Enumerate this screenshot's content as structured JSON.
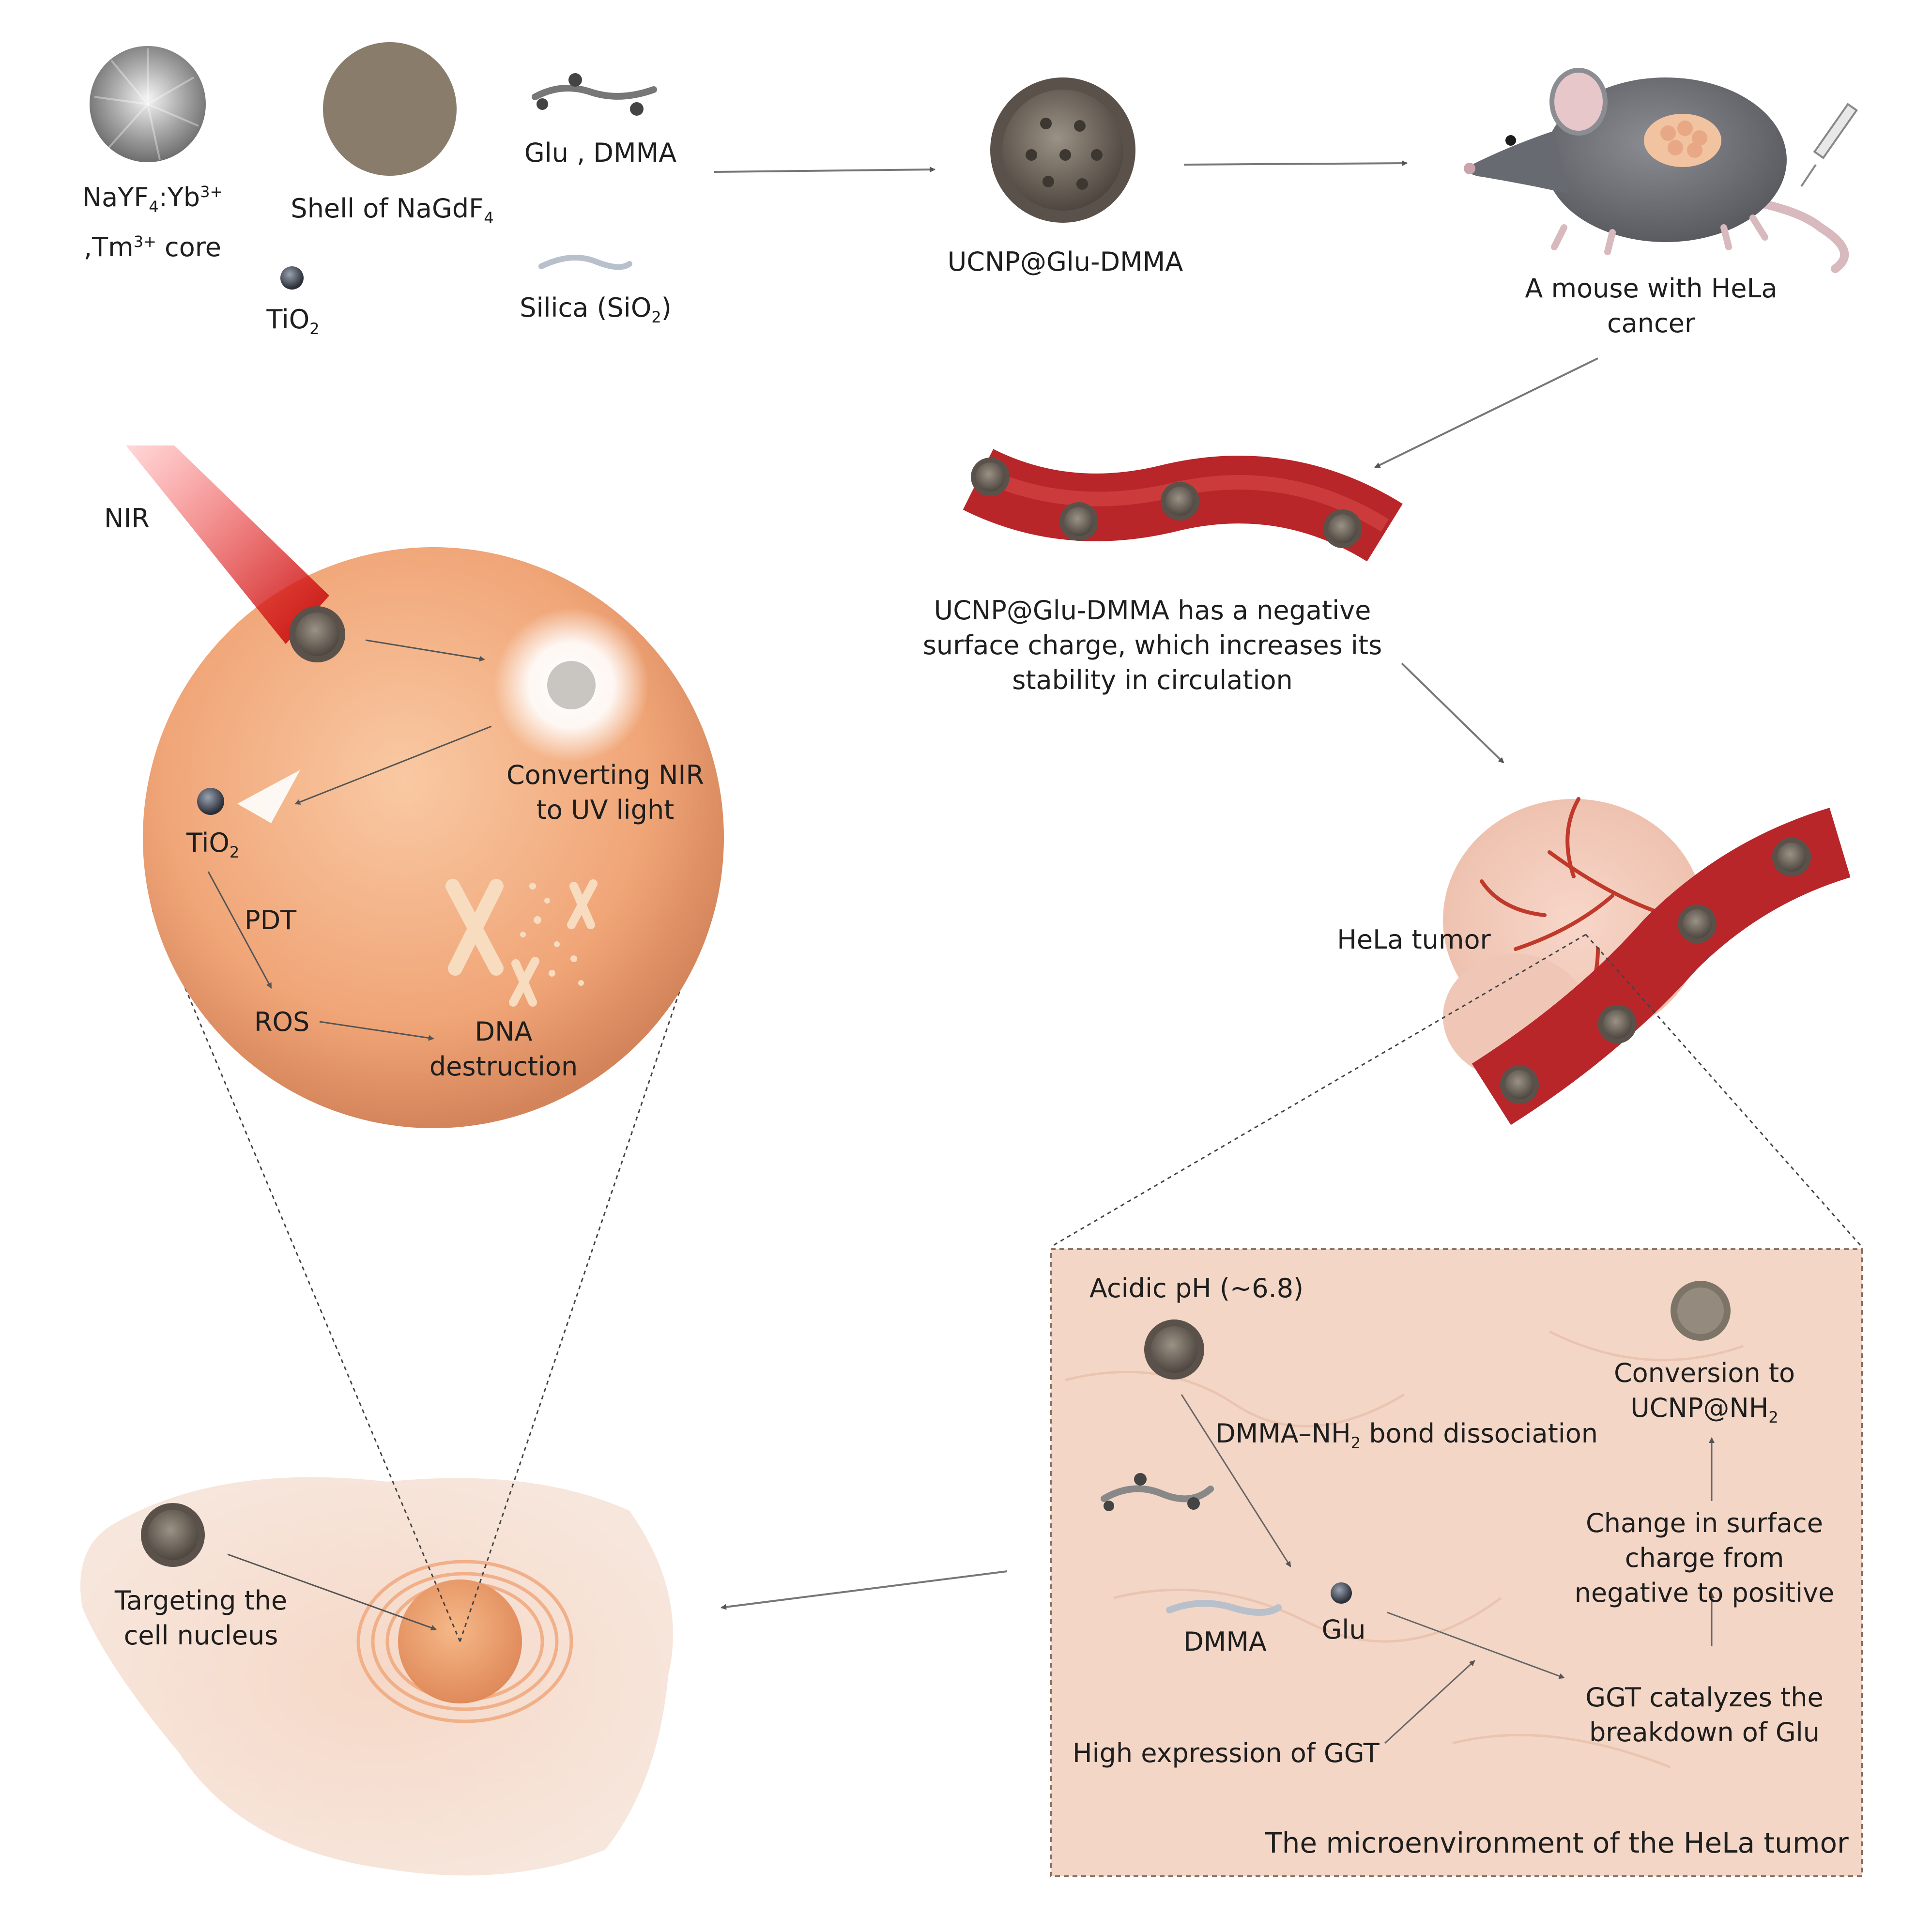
{
  "legend": {
    "core": {
      "text": "NaYF",
      "sub1": "4",
      "mid1": ":Yb",
      "sup1": "3+",
      "mid2": ",Tm",
      "sup2": "3+",
      "tail": " core"
    },
    "shell": {
      "text": "Shell of NaGdF",
      "sub": "4"
    },
    "glu_dmma": "Glu , DMMA",
    "tio2": {
      "text": "TiO",
      "sub": "2"
    },
    "silica": {
      "pre": "Silica (SiO",
      "sub": "2",
      "post": ")"
    }
  },
  "flow": {
    "ucnp_label": "UCNP@Glu-DMMA",
    "mouse_label": "A mouse with HeLa cancer",
    "vessel_caption": "UCNP@Glu-DMMA has a negative surface charge, which increases its stability in circulation",
    "tumor_label": "HeLa tumor"
  },
  "cell_zoom": {
    "nir": "NIR",
    "converting": "Converting NIR to UV light",
    "tio2": {
      "text": "TiO",
      "sub": "2"
    },
    "pdt": "PDT",
    "ros": "ROS",
    "dna": "DNA destruction"
  },
  "cell": {
    "targeting": "Targeting the cell nucleus"
  },
  "micro": {
    "acidic": "Acidic pH (~6.8)",
    "bond": {
      "pre": "DMMA–NH",
      "sub": "2",
      "post": " bond dissociation"
    },
    "dmma": "DMMA",
    "glu": "Glu",
    "high_ggt": "High expression of GGT",
    "conversion": {
      "pre": "Conversion to UCNP@NH",
      "sub": "2"
    },
    "change": "Change in surface charge from negative to positive",
    "ggt": "GGT catalyzes the breakdown of Glu",
    "title": "The microenvironment of the HeLa tumor"
  },
  "colors": {
    "background": "#ffffff",
    "nanoparticle": "#7d7468",
    "shell": "#8a7c6b",
    "vessel": "#b8262a",
    "cell": "#f2a97a",
    "tumor_box": "#f3d3c4",
    "nir_beam": "#d21b1b",
    "text": "#1e1e1e"
  }
}
